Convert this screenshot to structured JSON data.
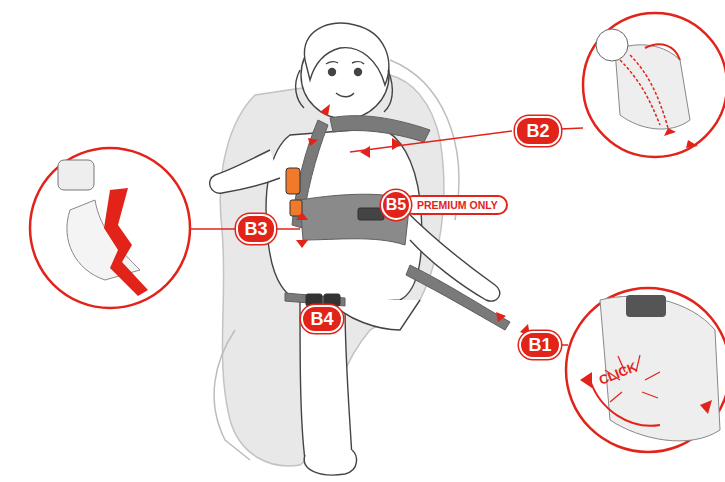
{
  "diagram": {
    "nodes": [
      {
        "text": [
          "B2"
        ]
      },
      {
        "text": [
          "B3"
        ]
      },
      {
        "text": [
          "B5",
          "PREMIUM ONLY"
        ]
      },
      {
        "text": [
          "B4"
        ]
      },
      {
        "text": [
          "B1"
        ]
      }
    ],
    "labels": [
      "CLICK"
    ]
  }
}
